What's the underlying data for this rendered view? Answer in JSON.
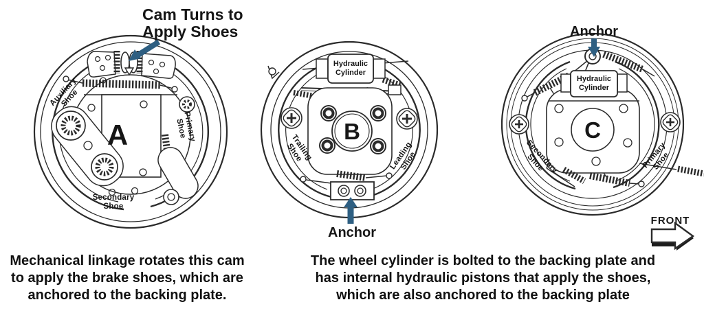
{
  "colors": {
    "arrow_blue": "#2e5f82",
    "ink": "#2b2b2b"
  },
  "callout_a": {
    "line1": "Cam Turns to",
    "line2": "Apply Shoes"
  },
  "brake_a": {
    "letter": "A",
    "auxiliary_shoe": {
      "line1": "Auxiliary",
      "line2": "Shoe"
    },
    "primary_shoe": {
      "line1": "Primary",
      "line2": "Shoe"
    },
    "secondary_shoe": {
      "line1": "Secondary",
      "line2": "Shoe"
    }
  },
  "brake_b": {
    "letter": "B",
    "hydraulic_cylinder": {
      "line1": "Hydraulic",
      "line2": "Cylinder"
    },
    "trailing_shoe": {
      "line1": "Trailing",
      "line2": "Shoe"
    },
    "leading_shoe": {
      "line1": "Leading",
      "line2": "Shoe"
    },
    "anchor": "Anchor"
  },
  "brake_c": {
    "letter": "C",
    "anchor": "Anchor",
    "hydraulic_cylinder": {
      "line1": "Hydraulic",
      "line2": "Cylinder"
    },
    "secondary_shoe": {
      "line1": "Secondary",
      "line2": "Shoe"
    },
    "primary_shoe": {
      "line1": "Primary",
      "line2": "Shoe"
    },
    "front": "FRONT"
  },
  "captions": {
    "left": {
      "line1": "Mechanical linkage rotates this cam",
      "line2": "to apply the brake shoes, which are",
      "line3": "anchored to the backing plate."
    },
    "right": {
      "line1": "The wheel cylinder is bolted to the backing plate and",
      "line2": "has internal hydraulic pistons that apply the shoes,",
      "line3": "which are also anchored to the backing plate"
    }
  }
}
